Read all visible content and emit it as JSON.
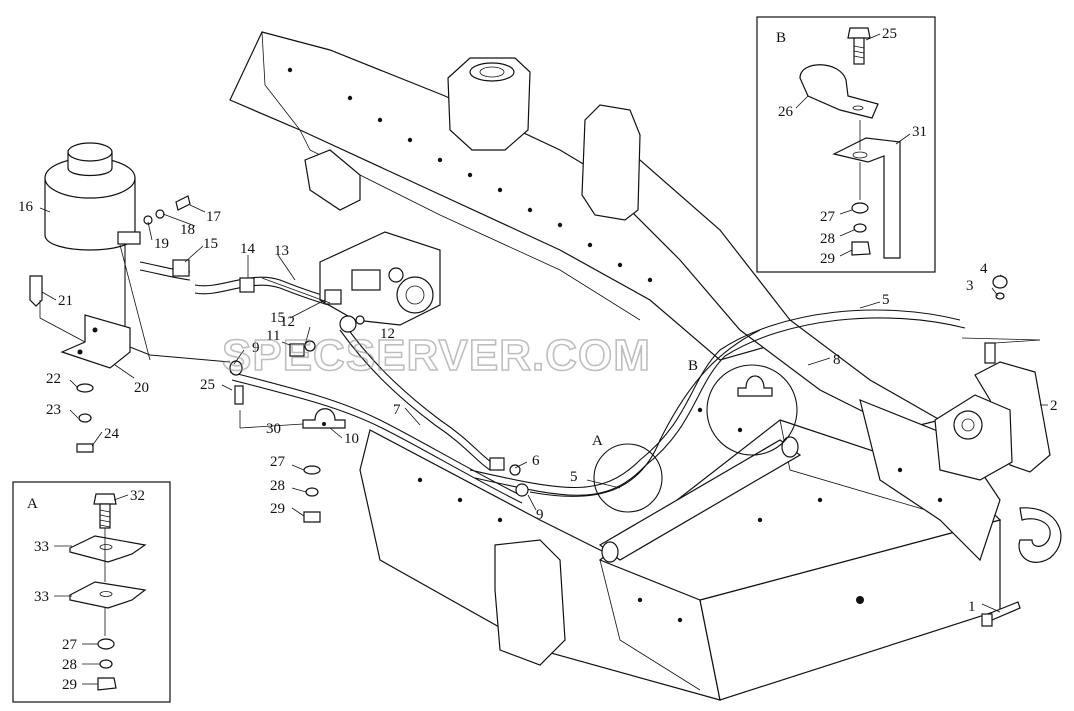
{
  "watermark": "SPECSERVER.COM",
  "inset_a": {
    "title": "A",
    "labels": [
      "32",
      "33",
      "33",
      "27",
      "28",
      "29"
    ]
  },
  "inset_b": {
    "title": "B",
    "labels": [
      "25",
      "26",
      "31",
      "27",
      "28",
      "29"
    ]
  },
  "callouts": {
    "c1": "1",
    "c2": "2",
    "c3": "3",
    "c4": "4",
    "c5a": "5",
    "c5b": "5",
    "c6": "6",
    "c7": "7",
    "c8": "8",
    "c9a": "9",
    "c9b": "9",
    "c10": "10",
    "c11": "11",
    "c12a": "12",
    "c12b": "12",
    "c13": "13",
    "c14": "14",
    "c15a": "15",
    "c15b": "15",
    "c16": "16",
    "c17": "17",
    "c18": "18",
    "c19": "19",
    "c20": "20",
    "c21": "21",
    "c22": "22",
    "c23": "23",
    "c24": "24",
    "c25": "25",
    "c27": "27",
    "c28": "28",
    "c29": "29",
    "c30": "30",
    "detA": "A",
    "detB": "B"
  }
}
